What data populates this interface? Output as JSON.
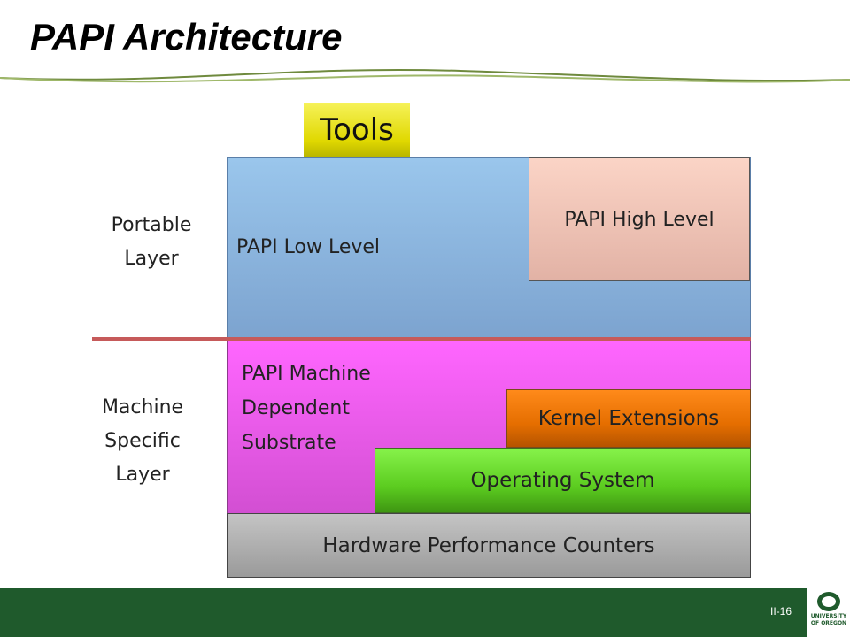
{
  "slide": {
    "title": "PAPI Architecture",
    "number": "II-16"
  },
  "diagram": {
    "tools": "Tools",
    "papi_low_level": "PAPI Low Level",
    "papi_high_level": "PAPI High Level",
    "machine_dependent": [
      "PAPI Machine",
      "Dependent",
      "Substrate"
    ],
    "kernel_extensions": "Kernel Extensions",
    "operating_system": "Operating System",
    "hardware_counters": "Hardware Performance Counters",
    "portable_layer": [
      "Portable",
      "Layer"
    ],
    "machine_specific_layer": [
      "Machine",
      "Specific",
      "Layer"
    ]
  },
  "logo": {
    "line1": "UNIVERSITY",
    "line2": "OF OREGON"
  },
  "colors": {
    "footer": "#1f5a2c",
    "divider": "#c65a5a"
  }
}
